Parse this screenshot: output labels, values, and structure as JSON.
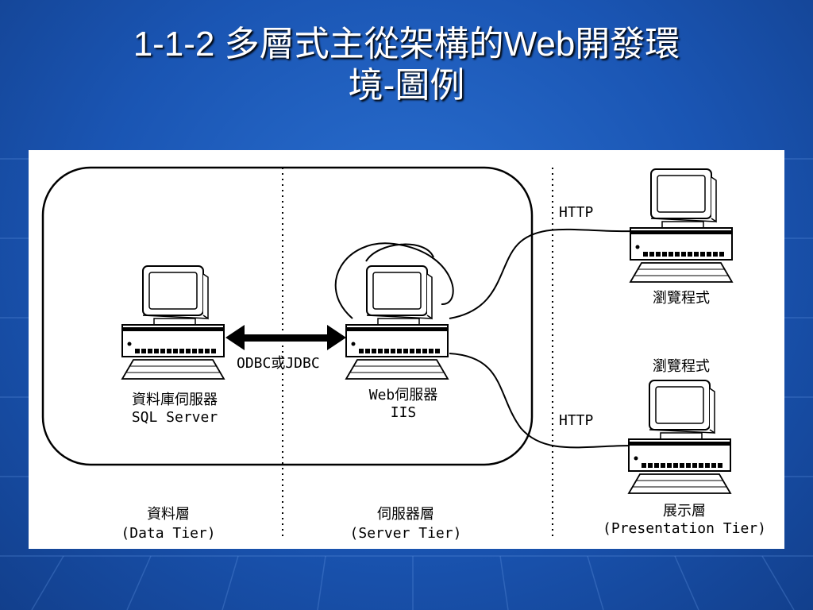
{
  "title": {
    "line1": "1-1-2 多層式主從架構的Web開發環",
    "line2": "境-圖例"
  },
  "nodes": {
    "data_server_name": "資料庫伺服器",
    "data_server_product": "SQL Server",
    "web_server_name": "Web伺服器",
    "web_server_product": "IIS",
    "browser_top": "瀏覽程式",
    "browser_bottom": "瀏覽程式"
  },
  "connections": {
    "db_link": "ODBC或JDBC",
    "http_top": "HTTP",
    "http_bottom": "HTTP"
  },
  "tiers": [
    {
      "name": "資料層",
      "english": "(Data Tier)"
    },
    {
      "name": "伺服器層",
      "english": "(Server Tier)"
    },
    {
      "name": "展示層",
      "english": "(Presentation Tier)"
    }
  ]
}
